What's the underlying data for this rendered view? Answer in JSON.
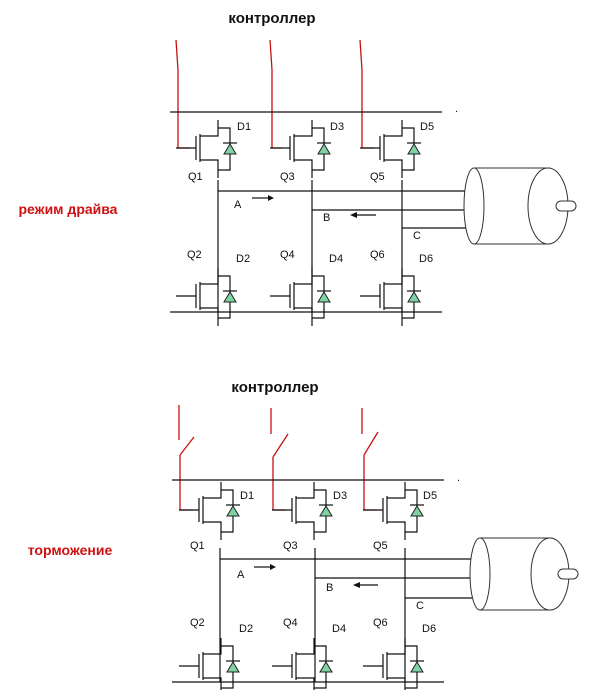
{
  "diagrams": [
    {
      "title": "контроллер",
      "mode_label": "режим драйва",
      "switches": [
        {
          "name": "Q1",
          "diode": "D1"
        },
        {
          "name": "Q3",
          "diode": "D3"
        },
        {
          "name": "Q5",
          "diode": "D5"
        },
        {
          "name": "Q2",
          "diode": "D2"
        },
        {
          "name": "Q4",
          "diode": "D4"
        },
        {
          "name": "Q6",
          "diode": "D6"
        }
      ],
      "phases": [
        "A",
        "B",
        "C"
      ]
    },
    {
      "title": "контроллер",
      "mode_label": "торможение",
      "switches": [
        {
          "name": "Q1",
          "diode": "D1"
        },
        {
          "name": "Q3",
          "diode": "D3"
        },
        {
          "name": "Q5",
          "diode": "D5"
        },
        {
          "name": "Q2",
          "diode": "D2"
        },
        {
          "name": "Q4",
          "diode": "D4"
        },
        {
          "name": "Q6",
          "diode": "D6"
        }
      ],
      "phases": [
        "A",
        "B",
        "C"
      ]
    }
  ],
  "colors": {
    "control_line": "#c81010",
    "mode_label": "#d01010",
    "diode_fill": "#7ed3a5",
    "wire": "#111111"
  }
}
